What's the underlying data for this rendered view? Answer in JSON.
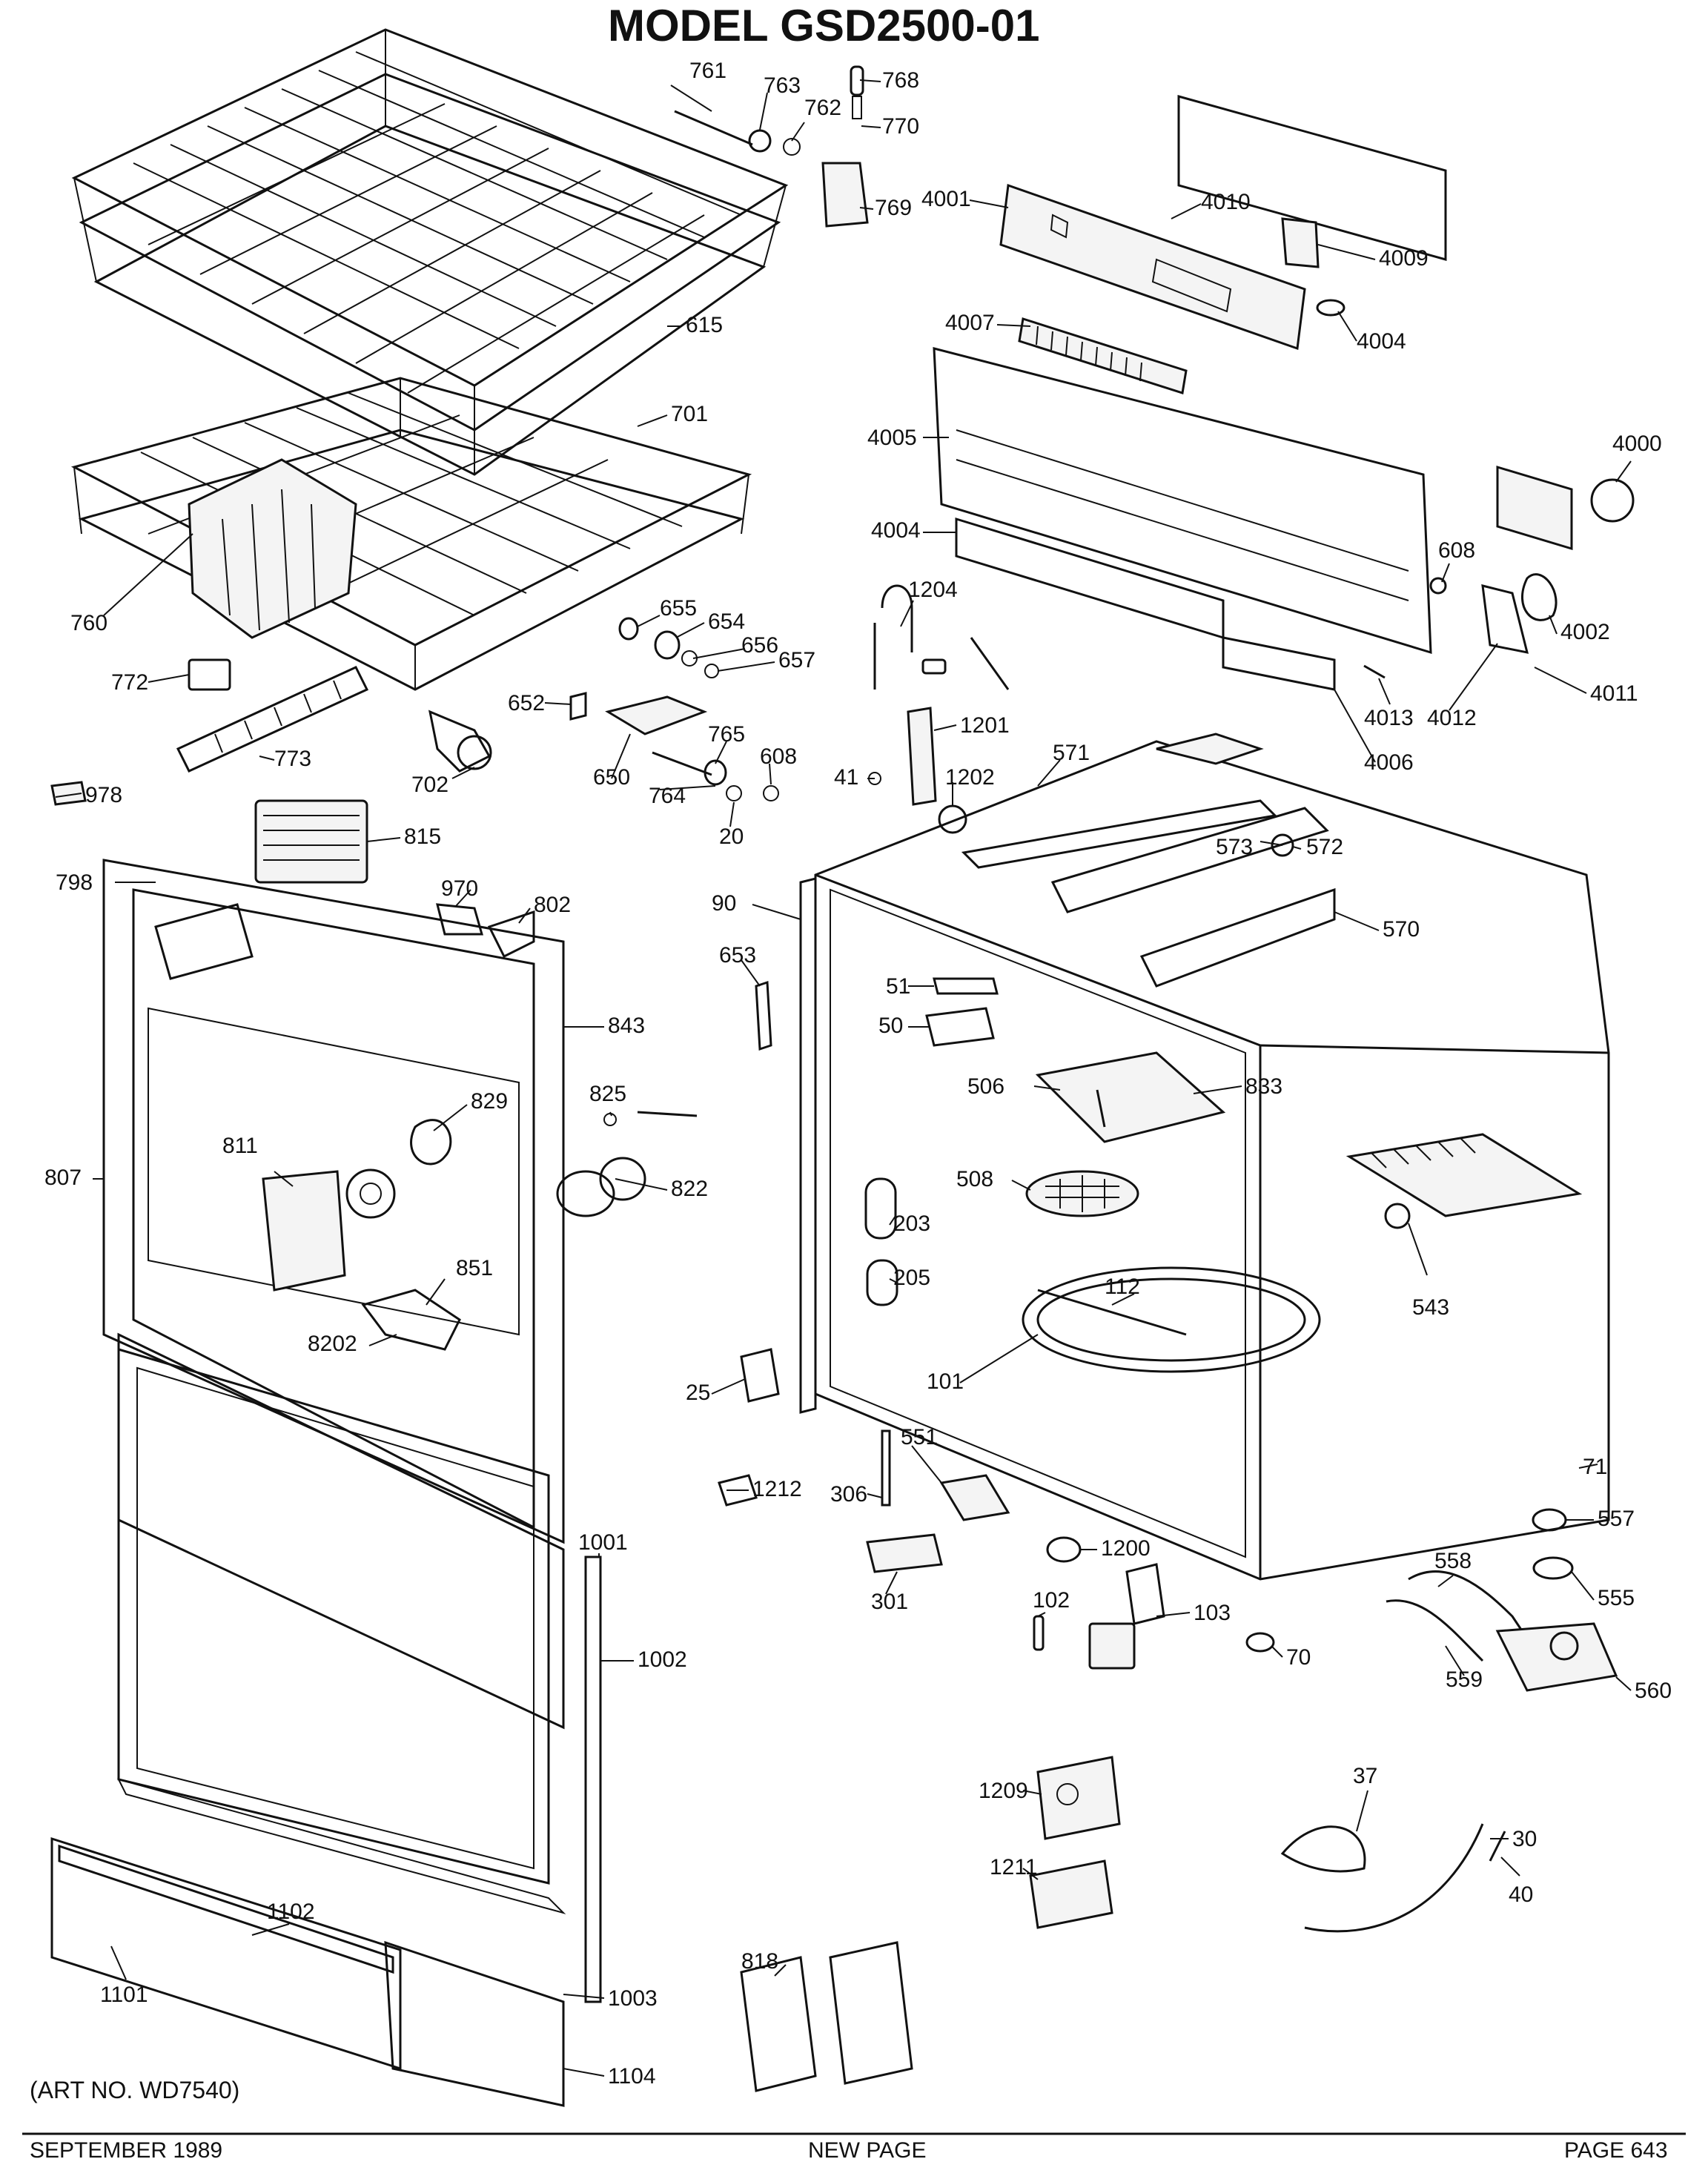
{
  "title": "MODEL  GSD2500-01",
  "art_no": "(ART NO. WD7540)",
  "footer": {
    "left": "SEPTEMBER 1989",
    "center": "NEW PAGE",
    "right": "PAGE 643"
  },
  "callouts": [
    {
      "id": "761",
      "text": "761"
    },
    {
      "id": "763",
      "text": "763"
    },
    {
      "id": "762",
      "text": "762"
    },
    {
      "id": "768",
      "text": "768"
    },
    {
      "id": "770",
      "text": "770"
    },
    {
      "id": "769",
      "text": "769"
    },
    {
      "id": "4001",
      "text": "4001"
    },
    {
      "id": "4010",
      "text": "4010"
    },
    {
      "id": "4009",
      "text": "4009"
    },
    {
      "id": "4004a",
      "text": "4004"
    },
    {
      "id": "4007",
      "text": "4007"
    },
    {
      "id": "615",
      "text": "615"
    },
    {
      "id": "4005",
      "text": "4005"
    },
    {
      "id": "4000",
      "text": "4000"
    },
    {
      "id": "701",
      "text": "701"
    },
    {
      "id": "4004b",
      "text": "4004"
    },
    {
      "id": "608a",
      "text": "608"
    },
    {
      "id": "1204",
      "text": "1204"
    },
    {
      "id": "655",
      "text": "655"
    },
    {
      "id": "654",
      "text": "654"
    },
    {
      "id": "656",
      "text": "656"
    },
    {
      "id": "657",
      "text": "657"
    },
    {
      "id": "4002",
      "text": "4002"
    },
    {
      "id": "760",
      "text": "760"
    },
    {
      "id": "4011",
      "text": "4011"
    },
    {
      "id": "772",
      "text": "772"
    },
    {
      "id": "652",
      "text": "652"
    },
    {
      "id": "1201",
      "text": "1201"
    },
    {
      "id": "4013",
      "text": "4013"
    },
    {
      "id": "4012",
      "text": "4012"
    },
    {
      "id": "765",
      "text": "765"
    },
    {
      "id": "608b",
      "text": "608"
    },
    {
      "id": "571",
      "text": "571"
    },
    {
      "id": "4006",
      "text": "4006"
    },
    {
      "id": "41",
      "text": "41"
    },
    {
      "id": "1202",
      "text": "1202"
    },
    {
      "id": "773",
      "text": "773"
    },
    {
      "id": "702",
      "text": "702"
    },
    {
      "id": "650",
      "text": "650"
    },
    {
      "id": "764",
      "text": "764"
    },
    {
      "id": "20",
      "text": "20"
    },
    {
      "id": "978",
      "text": "978"
    },
    {
      "id": "815",
      "text": "815"
    },
    {
      "id": "573",
      "text": "573"
    },
    {
      "id": "572",
      "text": "572"
    },
    {
      "id": "798",
      "text": "798"
    },
    {
      "id": "970",
      "text": "970"
    },
    {
      "id": "802",
      "text": "802"
    },
    {
      "id": "90",
      "text": "90"
    },
    {
      "id": "570",
      "text": "570"
    },
    {
      "id": "653",
      "text": "653"
    },
    {
      "id": "51",
      "text": "51"
    },
    {
      "id": "843",
      "text": "843"
    },
    {
      "id": "50",
      "text": "50"
    },
    {
      "id": "825",
      "text": "825"
    },
    {
      "id": "829",
      "text": "829"
    },
    {
      "id": "506",
      "text": "506"
    },
    {
      "id": "833",
      "text": "833"
    },
    {
      "id": "811",
      "text": "811"
    },
    {
      "id": "807",
      "text": "807"
    },
    {
      "id": "822",
      "text": "822"
    },
    {
      "id": "508",
      "text": "508"
    },
    {
      "id": "203",
      "text": "203"
    },
    {
      "id": "851",
      "text": "851"
    },
    {
      "id": "205",
      "text": "205"
    },
    {
      "id": "112",
      "text": "112"
    },
    {
      "id": "543",
      "text": "543"
    },
    {
      "id": "8202",
      "text": "8202"
    },
    {
      "id": "25",
      "text": "25"
    },
    {
      "id": "101",
      "text": "101"
    },
    {
      "id": "71",
      "text": "71"
    },
    {
      "id": "1212",
      "text": "1212"
    },
    {
      "id": "551",
      "text": "551"
    },
    {
      "id": "306",
      "text": "306"
    },
    {
      "id": "557",
      "text": "557"
    },
    {
      "id": "1001",
      "text": "1001"
    },
    {
      "id": "1200",
      "text": "1200"
    },
    {
      "id": "558",
      "text": "558"
    },
    {
      "id": "301",
      "text": "301"
    },
    {
      "id": "102",
      "text": "102"
    },
    {
      "id": "103",
      "text": "103"
    },
    {
      "id": "555",
      "text": "555"
    },
    {
      "id": "1002",
      "text": "1002"
    },
    {
      "id": "70",
      "text": "70"
    },
    {
      "id": "559",
      "text": "559"
    },
    {
      "id": "560",
      "text": "560"
    },
    {
      "id": "37",
      "text": "37"
    },
    {
      "id": "1209",
      "text": "1209"
    },
    {
      "id": "30",
      "text": "30"
    },
    {
      "id": "1211",
      "text": "1211"
    },
    {
      "id": "40",
      "text": "40"
    },
    {
      "id": "1102",
      "text": "1102"
    },
    {
      "id": "1101",
      "text": "1101"
    },
    {
      "id": "1003",
      "text": "1003"
    },
    {
      "id": "818",
      "text": "818"
    },
    {
      "id": "1104",
      "text": "1104"
    }
  ]
}
